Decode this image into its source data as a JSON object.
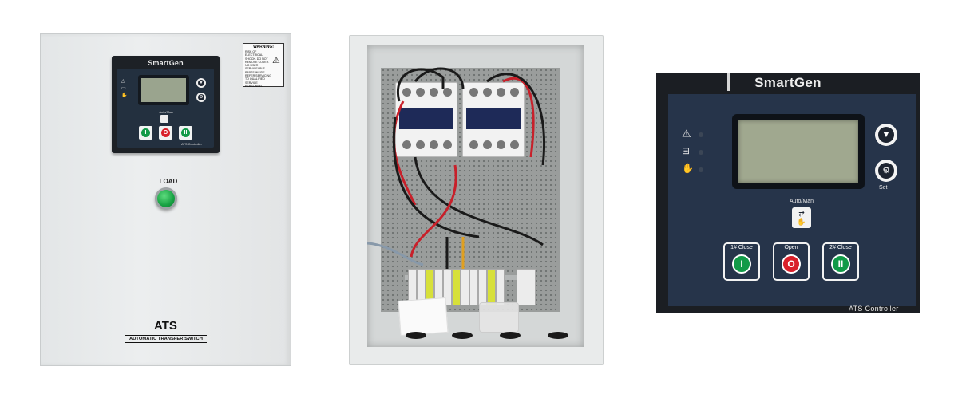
{
  "cabinet_closed": {
    "controller": {
      "brand": "SmartGen",
      "auto_man_label": "Auto/Man",
      "buttons": [
        "I",
        "O",
        "II"
      ],
      "footer": "ATS Controller"
    },
    "warning_sign": {
      "title": "WARNING!",
      "body": "RISK OF ELECTRICAL SHOCK. DO NOT REMOVE COVER. NO USER SERVICEABLE PARTS INSIDE. REFER SERVICING TO QUALIFIED SERVICE PERSONNEL."
    },
    "load_label": "LOAD",
    "title": "ATS",
    "subtitle": "AUTOMATIC TRANSFER SWITCH"
  },
  "controller_closeup": {
    "brand": "SmartGen",
    "auto_man_label": "Auto/Man",
    "set_label": "Set",
    "buttons": [
      {
        "label": "1# Close",
        "symbol": "I",
        "color": "#129a48"
      },
      {
        "label": "Open",
        "symbol": "O",
        "color": "#d9202a"
      },
      {
        "label": "2# Close",
        "symbol": "II",
        "color": "#129a48"
      }
    ],
    "footer": "ATS  Controller",
    "indicator_icons": [
      "warning-icon",
      "breaker-icon",
      "hand-icon"
    ],
    "side_icons": [
      "down-arrow-icon",
      "gear-icon"
    ]
  }
}
